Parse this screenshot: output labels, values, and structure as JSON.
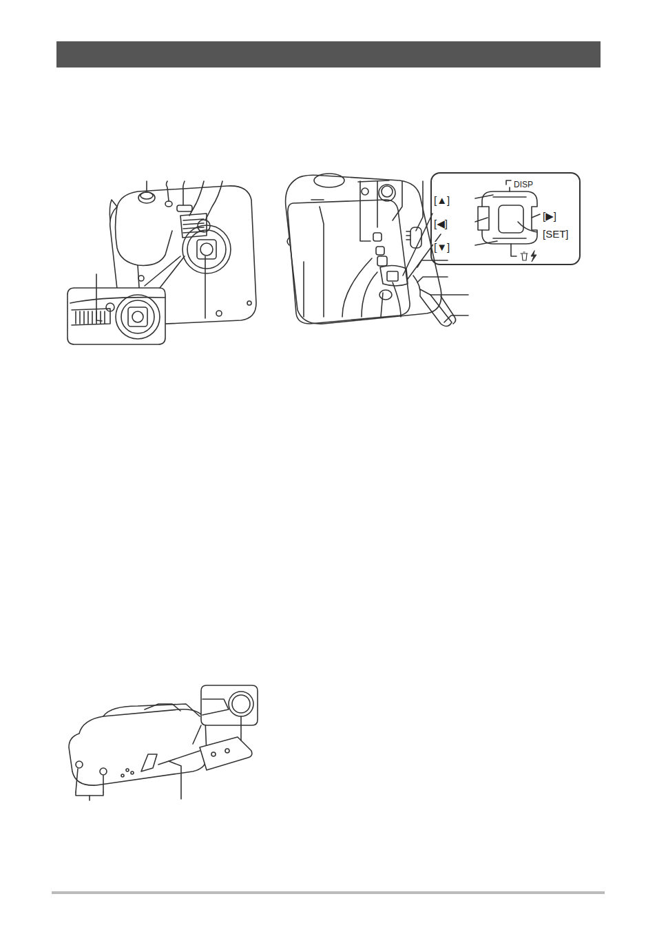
{
  "diagram": {
    "nodes": [
      {
        "text": [
          "DISP",
          "[▲]",
          "[◀]",
          "[▶]",
          "[SET]",
          "[▼]"
        ]
      }
    ]
  }
}
